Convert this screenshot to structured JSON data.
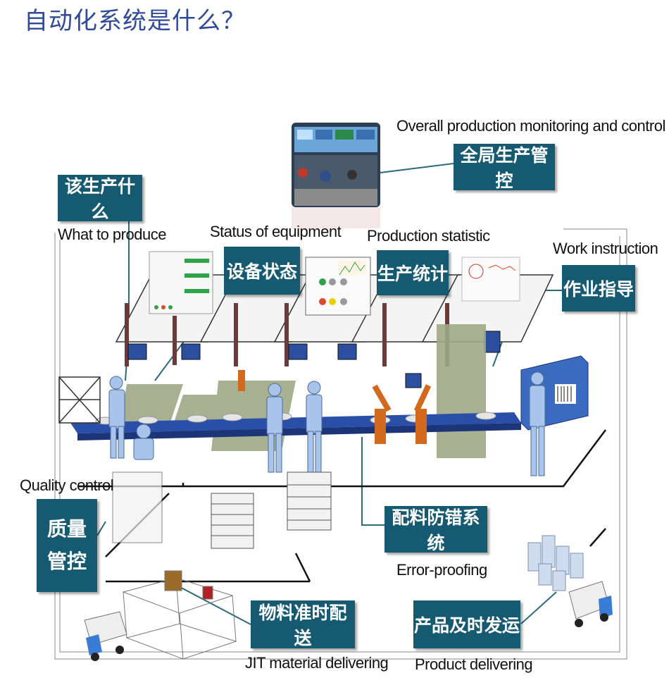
{
  "title": "自动化系统是什么？",
  "labels": {
    "overall": {
      "cn": "全局生产管控",
      "en": "Overall production monitoring and control"
    },
    "what": {
      "cn": "该生产什么",
      "en": "What to produce"
    },
    "status": {
      "cn": "设备状态",
      "en": "Status of equipment"
    },
    "stat": {
      "cn": "生产统计",
      "en": "Production statistic"
    },
    "work": {
      "cn": "作业指导",
      "en": "Work instruction"
    },
    "quality": {
      "cn1": "质量",
      "cn2": "管控",
      "en": "Quality control"
    },
    "error": {
      "cn": "配料防错系统",
      "en": "Error-proofing"
    },
    "jit": {
      "cn": "物料准时配送",
      "en": "JIT material delivering"
    },
    "product": {
      "cn": "产品及时发运",
      "en": "Product delivering"
    }
  },
  "colors": {
    "label_box": "#165a72",
    "title": "#2f4a9a",
    "conveyor": "#2a4fa8",
    "robot": "#d2691e"
  }
}
